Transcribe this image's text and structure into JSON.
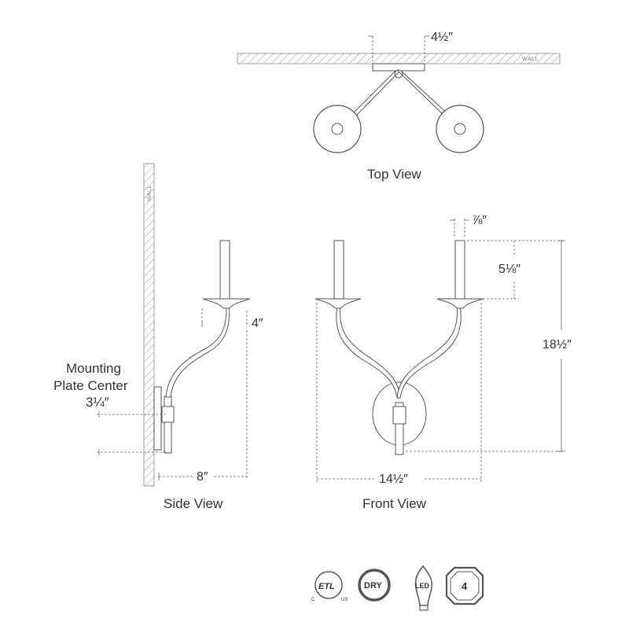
{
  "views": {
    "top": "Top View",
    "side": "Side View",
    "front": "Front View"
  },
  "wall_tag": "WALL",
  "dimensions": {
    "top_plate_width": "4½″",
    "side_arm_offset": "4″",
    "mounting_label_line1": "Mounting",
    "mounting_label_line2": "Plate Center",
    "mounting_value": "3¼″",
    "side_depth": "8″",
    "front_tube_width": "⅞″",
    "front_candle_height": "5⅛″",
    "front_overall_height": "18½″",
    "front_overall_width": "14½″"
  },
  "certifications": {
    "etl": "ETL",
    "etl_left": "C",
    "etl_right": "US",
    "dry": "DRY",
    "led": "LED",
    "bulb_count": "4"
  },
  "colors": {
    "line": "#555555",
    "hatch": "#9a9a9a",
    "dim": "#666666"
  }
}
